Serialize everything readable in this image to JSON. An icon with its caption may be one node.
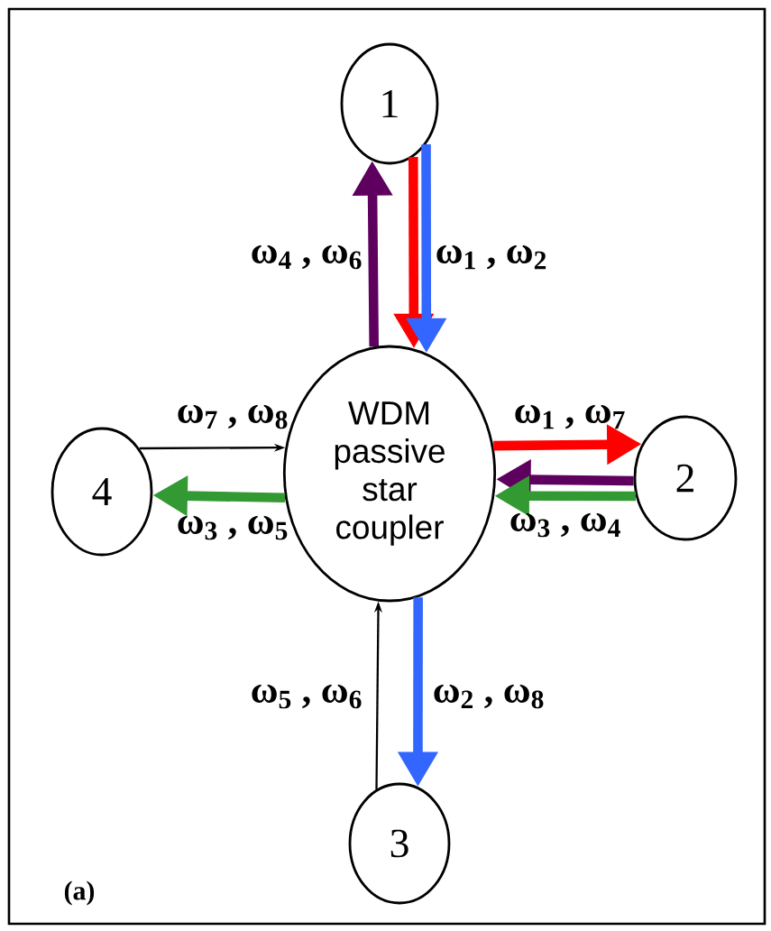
{
  "diagram": {
    "nodes": [
      {
        "text": [
          "1"
        ]
      },
      {
        "text": [
          "4"
        ]
      },
      {
        "text": [
          "WDM passive star coupler"
        ]
      },
      {
        "text": [
          "2"
        ]
      },
      {
        "text": [
          "3"
        ]
      }
    ],
    "edges": [
      {
        "from": 2,
        "to": 0,
        "arrow": "to",
        "color": "#5e005e"
      },
      {
        "from": 0,
        "to": 2,
        "arrow": "to",
        "color": "#ff0000"
      },
      {
        "from": 0,
        "to": 2,
        "arrow": "to",
        "color": "#3366ff"
      },
      {
        "from": 1,
        "to": 2,
        "arrow": "to",
        "color": "#000000"
      },
      {
        "from": 2,
        "to": 1,
        "arrow": "to",
        "color": "#339933"
      },
      {
        "from": 2,
        "to": 3,
        "arrow": "to",
        "color": "#ff0000"
      },
      {
        "from": 3,
        "to": 2,
        "arrow": "to",
        "color": "#5e005e"
      },
      {
        "from": 3,
        "to": 2,
        "arrow": "to",
        "color": "#339933"
      },
      {
        "from": 4,
        "to": 2,
        "arrow": "to",
        "color": "#000000"
      },
      {
        "from": 2,
        "to": 4,
        "arrow": "to",
        "color": "#3366ff"
      }
    ],
    "labels": [
      "ω$_{4}$ , ω$_{6}$",
      "ω$_{1}$ , ω$_{2}$",
      "ω$_{7}$ , ω$_{8}$",
      "ω$_{1}$ ,  ω$_{7}$",
      "ω$_{3}$ , ω$_{5}$",
      "ω$_{3}$ , ω$_{4}$",
      "ω$_{5}$ , ω$_{6}$",
      "ω$_{2}$ , ω$_{8}$",
      "(a)"
    ]
  }
}
